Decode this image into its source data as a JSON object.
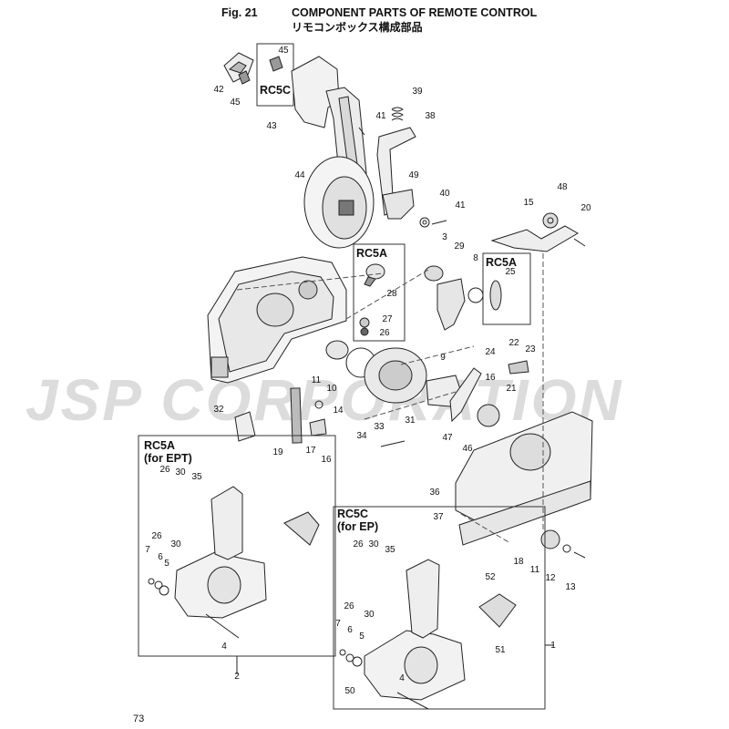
{
  "header": {
    "fig": "Fig. 21",
    "title": "COMPONENT PARTS OF REMOTE CONTROL",
    "subtitle": "リモコンボックス構成部品"
  },
  "watermark": "JSP CORPORATION",
  "page_number": "73",
  "boxes": {
    "rc5c_top": "RC5C",
    "rc5a_mid": "RC5A",
    "rc5a_right": "RC5A",
    "rc5a_ept_1": "RC5A",
    "rc5a_ept_2": "(for EPT)",
    "rc5c_ep_1": "RC5C",
    "rc5c_ep_2": "(for EP)"
  },
  "callouts": [
    "45",
    "42",
    "45",
    "43",
    "39",
    "41",
    "38",
    "44",
    "49",
    "40",
    "41",
    "48",
    "15",
    "20",
    "3",
    "29",
    "8",
    "25",
    "28",
    "27",
    "26",
    "9",
    "24",
    "22",
    "23",
    "16",
    "21",
    "11",
    "10",
    "14",
    "32",
    "33",
    "34",
    "17",
    "16",
    "19",
    "31",
    "47",
    "46",
    "36",
    "37",
    "18",
    "11",
    "12",
    "13",
    "26",
    "30",
    "35",
    "26",
    "30",
    "7",
    "6",
    "5",
    "4",
    "2",
    "26",
    "30",
    "35",
    "26",
    "30",
    "52",
    "7",
    "6",
    "5",
    "51",
    "50",
    "4",
    "1"
  ]
}
